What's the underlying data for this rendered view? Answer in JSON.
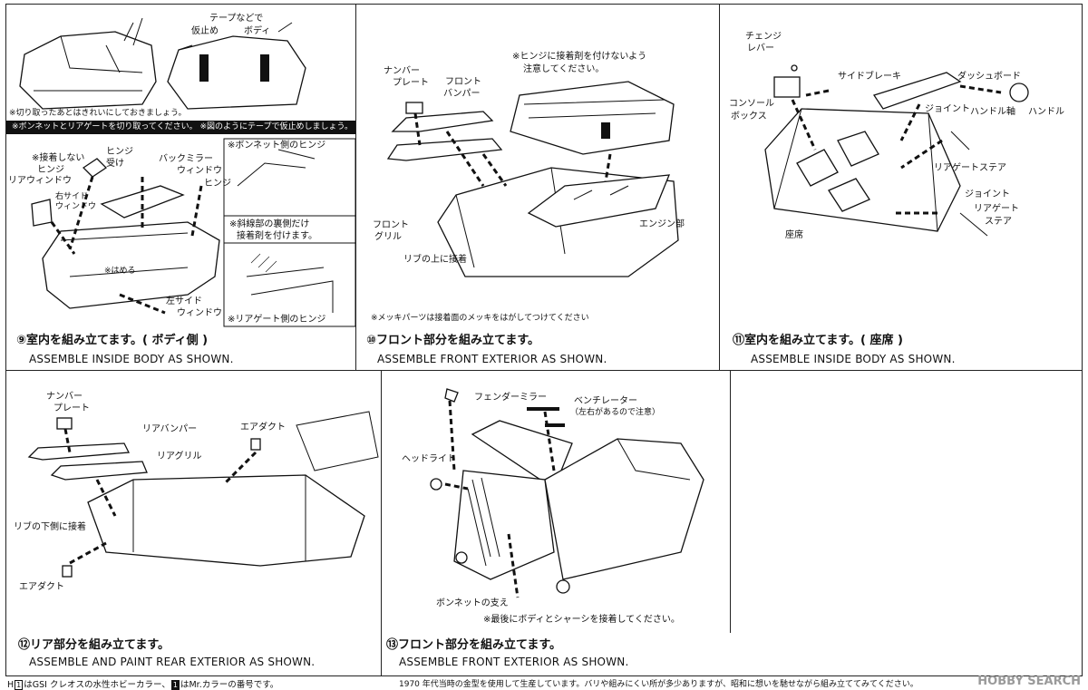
{
  "step9": {
    "title": "⑨室内を組み立てます。( ボディ側 )",
    "subtitle": "ASSEMBLE INSIDE BODY AS SHOWN.",
    "labels": {
      "tape": "テープなどで",
      "tape2": "仮止め",
      "body": "ボディ",
      "cut_note": "※切り取ったあとはきれいにしておきましょう。",
      "black_bar": "※ボンネットとリアゲートを切り取ってください。 ※図のようにテープで仮止めしましょう。",
      "hinge_recv": "ヒンジ",
      "hinge_recv2": "受け",
      "no_glue": "※接着しない",
      "hinge_a": "ヒンジ",
      "rear_window": "リアウィンドウ",
      "right_side": "右サイド",
      "right_side2": "ウィンドウ",
      "back_mirror": "バックミラー",
      "window": "ウィンドウ",
      "bonnet_hinge": "※ボンネット側のヒンジ",
      "hinge_b": "ヒンジ",
      "hatched": "※斜線部の裏側だけ",
      "hatched2": "接着剤を付けます。",
      "fit": "※はめる",
      "left_side": "左サイド",
      "left_side2": "ウィンドウ",
      "rear_gate_hinge": "※リアゲート側のヒンジ"
    }
  },
  "step10": {
    "title": "⑩フロント部分を組み立てます。",
    "subtitle": "ASSEMBLE FRONT EXTERIOR AS SHOWN.",
    "labels": {
      "hinge_note": "※ヒンジに接着剤を付けないよう",
      "hinge_note2": "注意してください。",
      "number_plate": "ナンバー",
      "number_plate2": "プレート",
      "front_bumper": "フロント",
      "front_bumper2": "バンパー",
      "front_grille": "フロント",
      "front_grille2": "グリル",
      "rib": "リブの上に接着",
      "engine": "エンジン部",
      "chrome_note": "※メッキパーツは接着面のメッキをはがしてつけてください"
    }
  },
  "step11": {
    "title": "⑪室内を組み立てます。( 座席 )",
    "subtitle": "ASSEMBLE INSIDE BODY AS SHOWN.",
    "labels": {
      "change_lever": "チェンジ",
      "change_lever2": "レバー",
      "side_brake": "サイドブレーキ",
      "dashboard": "ダッシュボード",
      "console": "コンソール",
      "console2": "ボックス",
      "handle_shaft": "ハンドル軸",
      "handle": "ハンドル",
      "joint_a": "ジョイント",
      "rear_gate_stay": "リアゲートステア",
      "joint_b": "ジョイント",
      "rear_gate_stay_b": "リアゲート",
      "rear_gate_stay_b2": "ステア",
      "seat": "座席"
    }
  },
  "step12": {
    "title": "⑫リア部分を組み立てます。",
    "subtitle": "ASSEMBLE AND PAINT REAR EXTERIOR AS SHOWN.",
    "labels": {
      "number_plate": "ナンバー",
      "number_plate2": "プレート",
      "rear_bumper": "リアバンパー",
      "air_duct_a": "エアダクト",
      "rear_grille": "リアグリル",
      "rib_under": "リブの下側に接着",
      "air_duct_b": "エアダクト"
    }
  },
  "step13": {
    "title": "⑬フロント部分を組み立てます。",
    "subtitle": "ASSEMBLE FRONT EXTERIOR AS SHOWN.",
    "labels": {
      "fender_mirror": "フェンダーミラー",
      "ventilator": "ベンチレーター",
      "ventilator2": "（左右があるので注意）",
      "headlight": "ヘッドライト",
      "bonnet_stay": "ボンネットの支え",
      "final_note": "※最後にボディとシャーシを接着してください。"
    }
  },
  "footer": {
    "left_h": "H",
    "left_badge1": "1",
    "left_text1": "はGSI クレオスの水性ホビーカラー、",
    "left_badge2": "1",
    "left_text2": "はMr.カラーの番号です。",
    "right": "1970 年代当時の金型を使用して生産しています。バリや組みにくい所が多少ありますが、昭和に想いを馳せながら組み立ててみてください。"
  },
  "watermark": "HOBBY SEARCH"
}
